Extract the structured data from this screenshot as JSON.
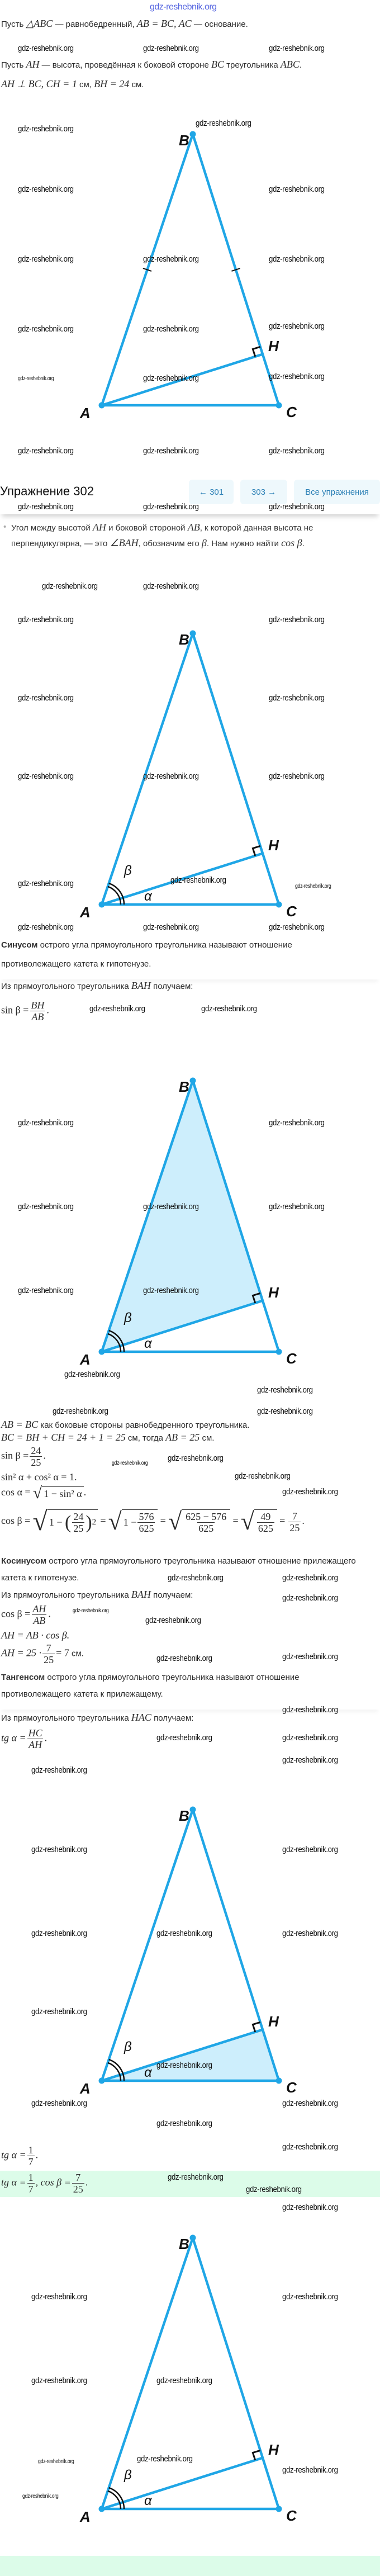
{
  "watermark": "gdz-reshebnik.org",
  "labels": {
    "A": "A",
    "B": "B",
    "C": "C",
    "H": "H",
    "alpha": "α",
    "beta": "β"
  },
  "colors": {
    "line": "#1fa6e6",
    "shade": "#cdeefc",
    "answer_bg": "#dcfce9",
    "nav_bg": "#eef8fc",
    "nav_text": "#2a7fb5"
  },
  "intro": {
    "p1": [
      "Пусть ",
      "△ABC",
      " — равнобедренный, ",
      "AB = BC, AC",
      " — основание."
    ],
    "p2": [
      "Пусть ",
      "AH",
      " — высота, проведённая к боковой стороне ",
      "BC",
      " треугольника ",
      "ABC",
      "."
    ],
    "p3": [
      "AH ⊥ BC, CH = 1",
      " см, ",
      "BH = 24",
      " см."
    ]
  },
  "nav": {
    "title": "Упражнение 302",
    "prev": "← 301",
    "next": "303 →",
    "all": "Все упражнения"
  },
  "bullet": [
    "Угол между высотой ",
    "AH",
    " и боковой стороной ",
    "AB",
    ", к которой данная высота не перпендикулярна, — это ",
    "∠BAH",
    ", обозначим его ",
    "β",
    ". Нам нужно найти ",
    "cos β",
    "."
  ],
  "sine": {
    "term": "Синусом",
    "def": " острого угла прямоугольного треугольника называют отношение противолежащего катета к гипотенузе.",
    "from": [
      "Из прямоугольного треугольника ",
      "BAH",
      " получаем:"
    ],
    "formula": {
      "lhs": "sin β =",
      "num": "BH",
      "den": "AB",
      "end": "."
    }
  },
  "calc": {
    "ab_bc": [
      "AB = BC",
      " как боковые стороны равнобедренного треугольника."
    ],
    "bc_sum": [
      "BC = BH + CH = 24 + 1 = 25",
      " см, тогда ",
      "AB = 25",
      " см."
    ],
    "sin_val": {
      "lhs": "sin β =",
      "num": "24",
      "den": "25",
      "end": "."
    },
    "identity": "sin² α + cos² α = 1.",
    "cos_alpha": {
      "lhs": "cos α =",
      "rad": "1 − sin² α",
      "end": "."
    },
    "cos_beta": {
      "lhs": "cos β =",
      "p1": "1 −",
      "f1n": "24",
      "f1d": "25",
      "exp": "2",
      "eq": "=",
      "p2": "1 −",
      "f2n": "576",
      "f2d": "625",
      "f3n": "625 − 576",
      "f3d": "625",
      "f4n": "49",
      "f4d": "625",
      "rn": "7",
      "rd": "25",
      "end": "."
    }
  },
  "cosine": {
    "term": "Косинусом",
    "def": " острого угла прямоугольного треугольника называют отношение прилежащего катета к гипотенузе.",
    "from": [
      "Из прямоугольного треугольника ",
      "BAH",
      " получаем:"
    ],
    "formula": {
      "lhs": "cos β =",
      "num": "AH",
      "den": "AB",
      "end": "."
    },
    "ah": "AH = AB · cos β.",
    "ah_val": {
      "lhs": "AH = 25 ·",
      "num": "7",
      "den": "25",
      "rest": "= 7",
      "unit": " см."
    }
  },
  "tangent": {
    "term": "Тангенсом",
    "def": " острого угла прямоугольного треугольника называют отношение противолежащего катета к прилежащему.",
    "from": [
      "Из прямоугольного треугольника ",
      "HAC",
      " получаем:"
    ],
    "formula": {
      "lhs": "tg α =",
      "num": "HC",
      "den": "AH",
      "end": "."
    },
    "value": {
      "lhs": "tg α =",
      "num": "1",
      "den": "7",
      "end": "."
    }
  },
  "answer": {
    "lhs": "tg α =",
    "n1": "1",
    "d1": "7",
    "mid": ", cos β =",
    "n2": "7",
    "d2": "25",
    "end": "."
  }
}
